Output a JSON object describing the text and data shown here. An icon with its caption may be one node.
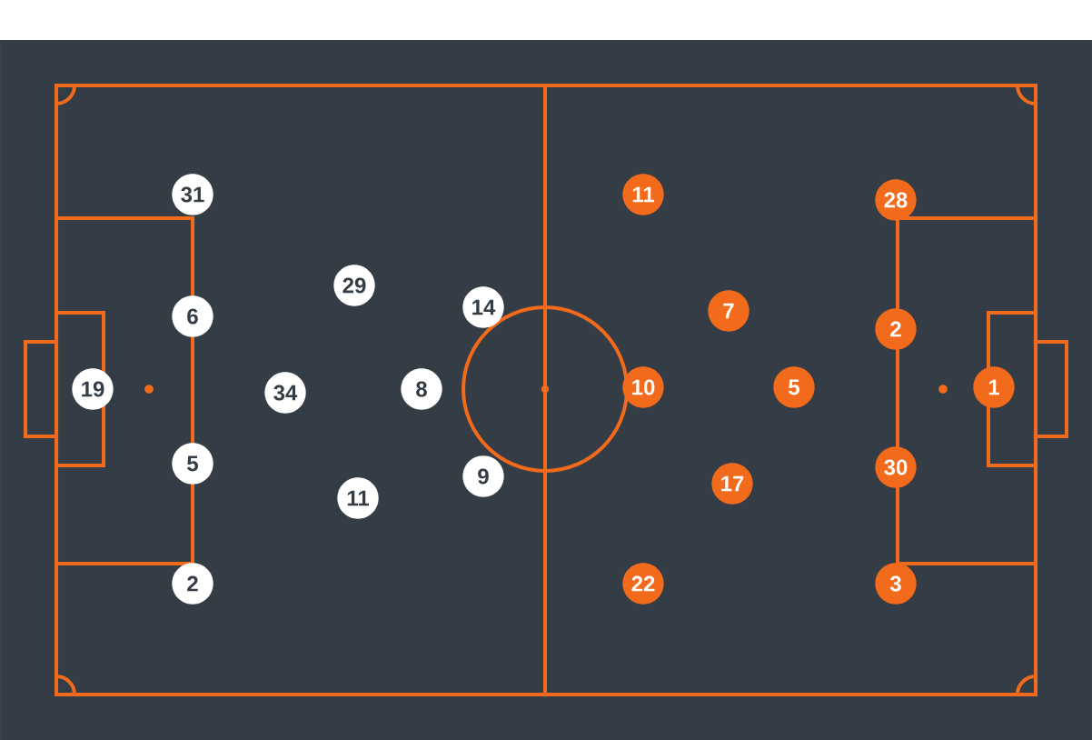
{
  "diagram": {
    "nodes": [
      {
        "text": [
          "31"
        ]
      },
      {
        "text": [
          "6"
        ]
      },
      {
        "text": [
          "19"
        ]
      },
      {
        "text": [
          "5"
        ]
      },
      {
        "text": [
          "2"
        ]
      },
      {
        "text": [
          "29"
        ]
      },
      {
        "text": [
          "34"
        ]
      },
      {
        "text": [
          "11"
        ]
      },
      {
        "text": [
          "14"
        ]
      },
      {
        "text": [
          "8"
        ]
      },
      {
        "text": [
          "9"
        ]
      },
      {
        "text": [
          "11"
        ]
      },
      {
        "text": [
          "7"
        ]
      },
      {
        "text": [
          "10"
        ]
      },
      {
        "text": [
          "17"
        ]
      },
      {
        "text": [
          "22"
        ]
      },
      {
        "text": [
          "5"
        ]
      },
      {
        "text": [
          "28"
        ]
      },
      {
        "text": [
          "2"
        ]
      },
      {
        "text": [
          "30"
        ]
      },
      {
        "text": [
          "3"
        ]
      },
      {
        "text": [
          "1"
        ]
      }
    ]
  }
}
